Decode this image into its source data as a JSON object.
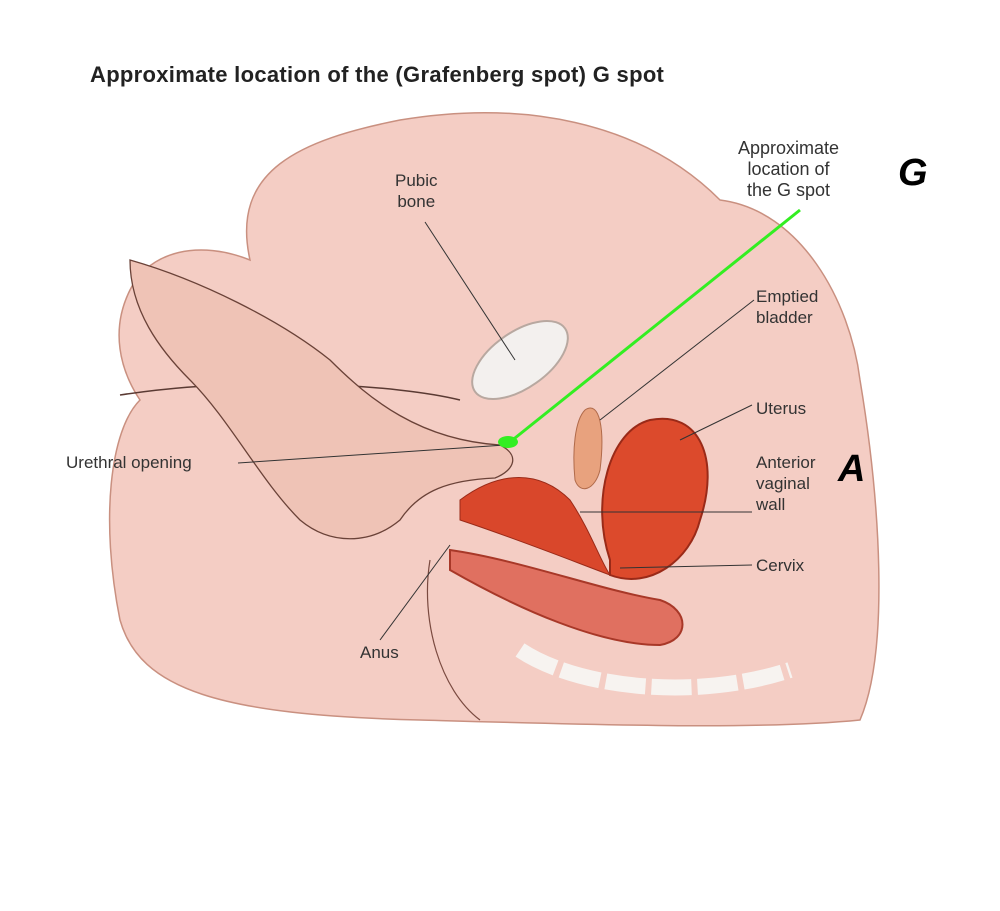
{
  "title": "Approximate location of the (Grafenberg spot) G spot",
  "labels": {
    "pubic_bone": [
      "Pubic",
      "bone"
    ],
    "g_spot": [
      "Approximate",
      "location of",
      "the G spot"
    ],
    "bladder": [
      "Emptied",
      "bladder"
    ],
    "uterus": "Uterus",
    "vaginal_wall": [
      "Anterior",
      "vaginal",
      "wall"
    ],
    "cervix": "Cervix",
    "urethral_opening": "Urethral opening",
    "anus": "Anus"
  },
  "markers": {
    "g": "G",
    "a": "A"
  },
  "colors": {
    "skin": "#f4cdc4",
    "skin_dark": "#e8b1a6",
    "organ": "#d9472b",
    "g_line": "#33ee22"
  }
}
